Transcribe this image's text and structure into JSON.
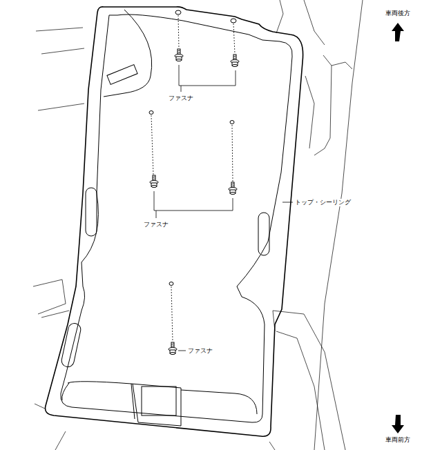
{
  "diagram": {
    "labels": [
      "車両後方",
      "ファスナ",
      "トップ・シーリング",
      "ファスナ",
      "ファスナ",
      "車両前方"
    ]
  }
}
